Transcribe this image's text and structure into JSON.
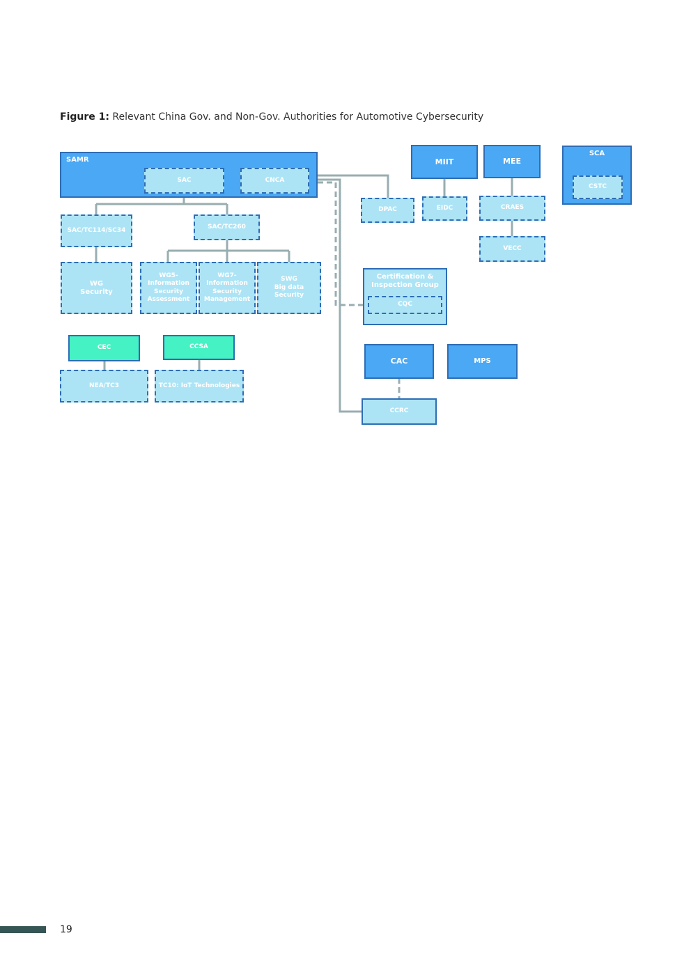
{
  "caption": {
    "label": "Figure 1:",
    "text": "Relevant China Gov. and Non-Gov. Authorities for Automotive Cybersecurity"
  },
  "nodes": {
    "samr": "SAMR",
    "sac": "SAC",
    "cnca": "CNCA",
    "sac_tc114": "SAC/TC114/SC34",
    "sac_tc260": "SAC/TC260",
    "wg_security": "WG\nSecurity",
    "wg5": "WG5-\nInformation\nSecurity\nAssessment",
    "wg7": "WG7-\nInformation\nSecurity\nManagement",
    "swg": "SWG\nBig data\nSecurity",
    "cec": "CEC",
    "ccsa": "CCSA",
    "nea_tc3": "NEA/TC3",
    "tc10": "TC10: IoT Technologies",
    "dpac": "DPAC",
    "miit": "MIIT",
    "eidc": "EIDC",
    "mee": "MEE",
    "craes": "CRAES",
    "vecc": "VECC",
    "sca": "SCA",
    "cstc": "CSTC",
    "cert_group": "Certification &\nInspection Group",
    "cqc": "CQC",
    "cac": "CAC",
    "mps": "MPS",
    "ccrc": "CCRC"
  },
  "colors": {
    "gov_fill": "#4aa8f4",
    "sub_fill": "#ade4f5",
    "nongov_fill": "#45f2c3",
    "border": "#2d6db5",
    "connector": "#98aeb0"
  },
  "page_number": "19"
}
